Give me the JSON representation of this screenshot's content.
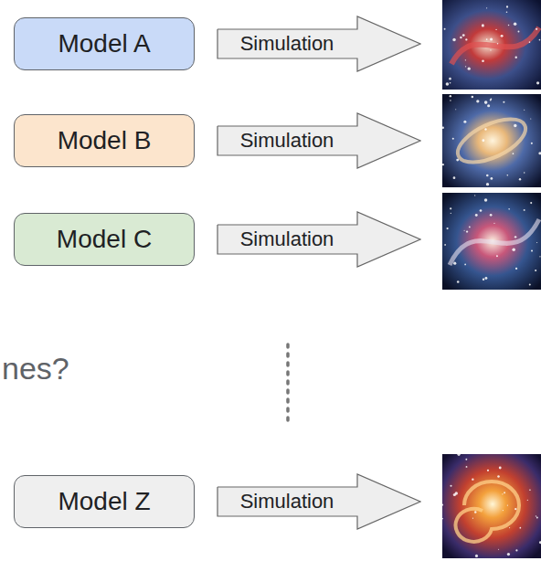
{
  "diagram": {
    "nodes": [
      {
        "text": [
          "Model A"
        ]
      },
      {
        "text": [
          "Simulation"
        ]
      },
      {
        "text": [
          "Model B"
        ]
      },
      {
        "text": [
          "Simulation"
        ]
      },
      {
        "text": [
          "Model C"
        ]
      },
      {
        "text": [
          "Simulation"
        ]
      },
      {
        "text": [
          "Model Z"
        ]
      },
      {
        "text": [
          "Simulation"
        ]
      }
    ],
    "labels": [
      "nes?"
    ]
  }
}
